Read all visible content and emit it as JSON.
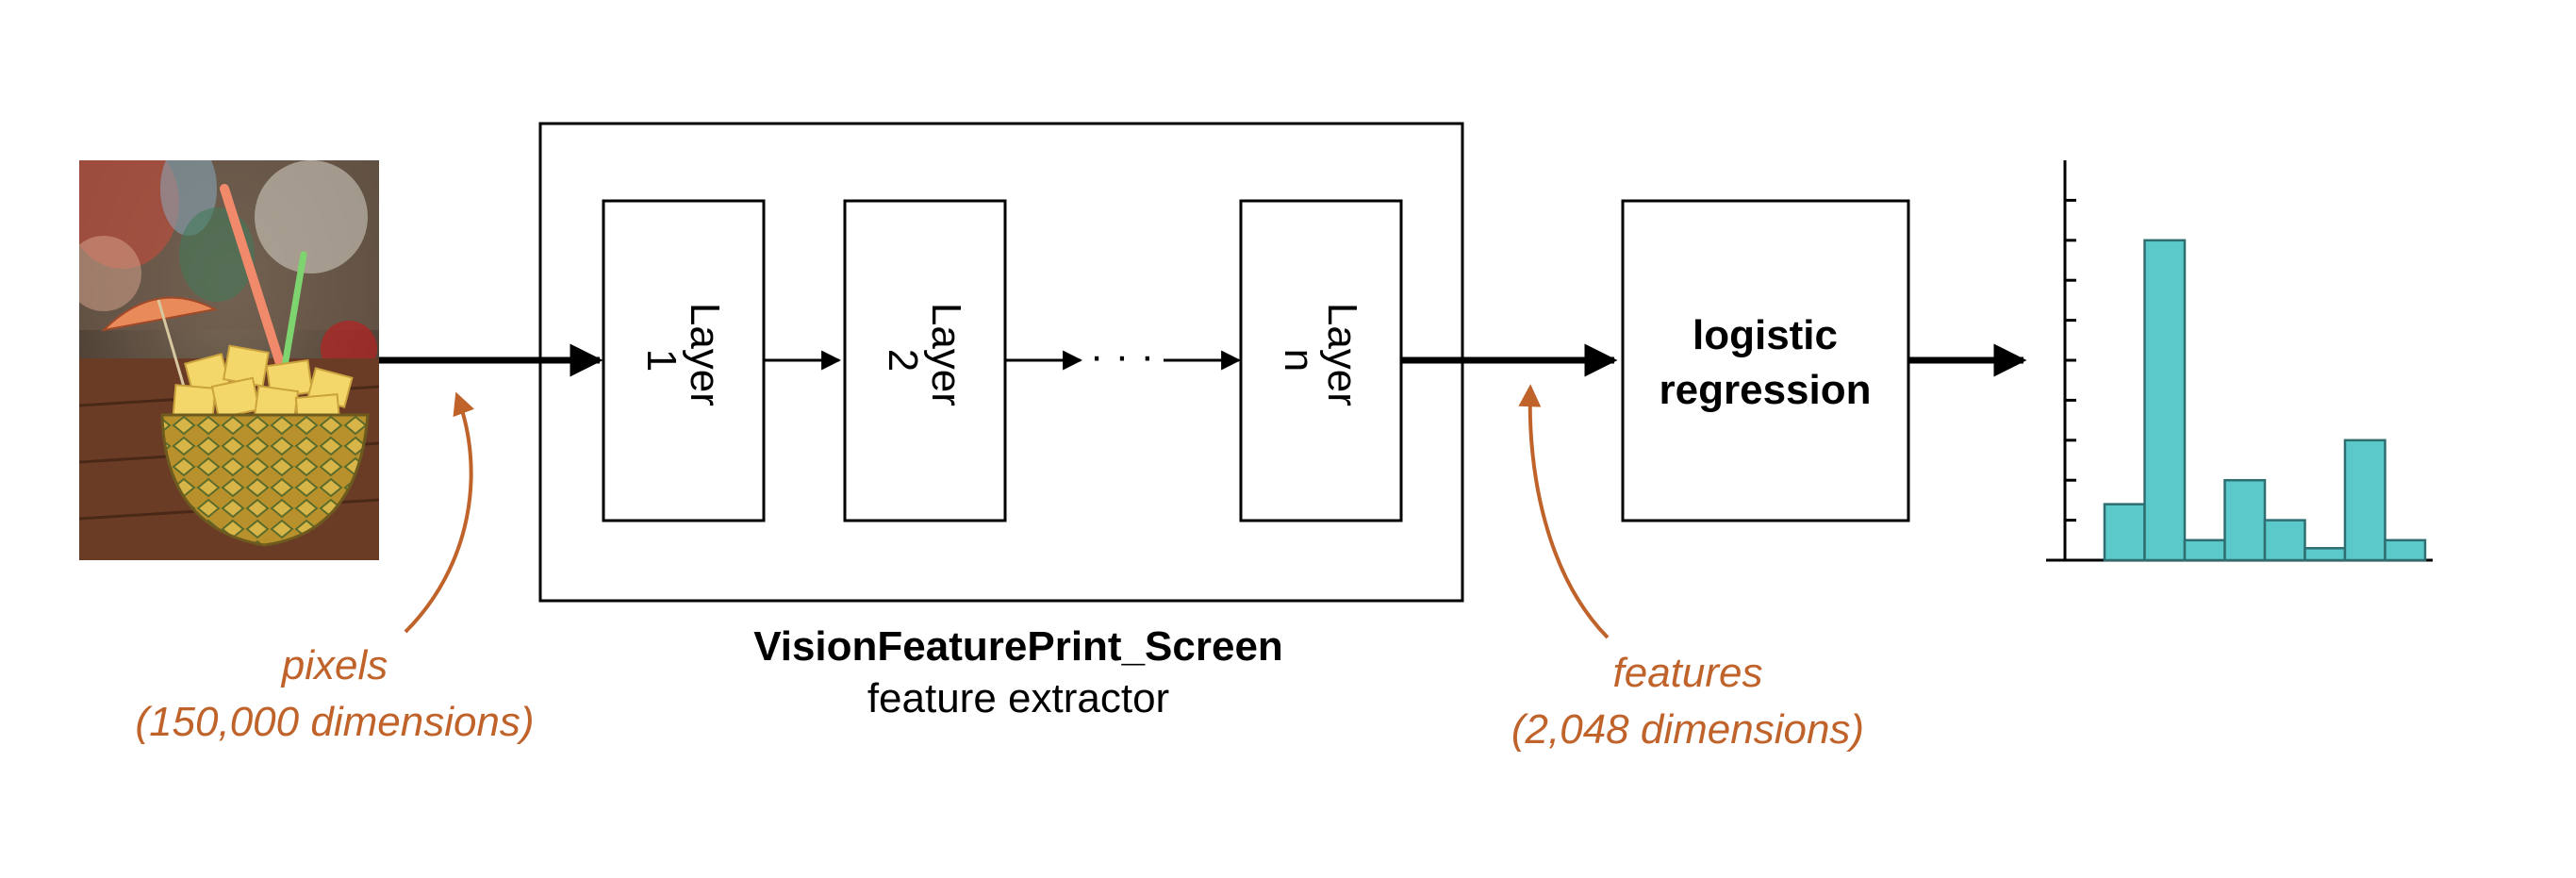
{
  "input_image": {
    "icon": "pineapple-drink-photo"
  },
  "feature_extractor": {
    "layers": [
      {
        "word": "Layer",
        "index": "1"
      },
      {
        "word": "Layer",
        "index": "2"
      },
      {
        "word": "Layer",
        "index": "n"
      }
    ],
    "ellipsis": "· · ·",
    "title": "VisionFeaturePrint_Screen",
    "subtitle": "feature extractor"
  },
  "classifier": {
    "line1": "logistic",
    "line2": "regression"
  },
  "annotations": {
    "pixels_line1": "pixels",
    "pixels_line2": "(150,000 dimensions)",
    "features_line1": "features",
    "features_line2": "(2,048 dimensions)"
  },
  "output_chart": {
    "type": "histogram",
    "bar_values": [
      0.14,
      0.8,
      0.05,
      0.2,
      0.1,
      0.03,
      0.3,
      0.05
    ],
    "y_max": 1.0,
    "tick_count": 10
  },
  "colors": {
    "annotation": "#C0632B",
    "bar_fill": "#5BC8C9",
    "bar_stroke": "#2E6E70",
    "stroke": "#000000"
  }
}
